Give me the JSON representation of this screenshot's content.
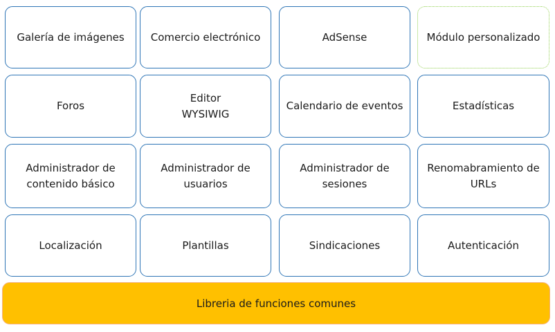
{
  "modules": [
    [
      "Galería de imágenes",
      "Comercio electrónico",
      "AdSense",
      "Módulo personalizado"
    ],
    [
      "Foros",
      "Editor\nWYSIWIG",
      "Calendario de eventos",
      "Estadísticas"
    ],
    [
      "Administrador de\ncontenido básico",
      "Administrador de\nusuarios",
      "Administrador de\nsesiones",
      "Renomabramiento de\nURLs"
    ],
    [
      "Localización",
      "Plantillas",
      "Sindicaciones",
      "Autenticación"
    ]
  ],
  "base_layer": "Libreria de funciones comunes",
  "colors": {
    "module_border": "#2e75b6",
    "custom_border": "#92d050",
    "base_fill": "#ffc000"
  }
}
